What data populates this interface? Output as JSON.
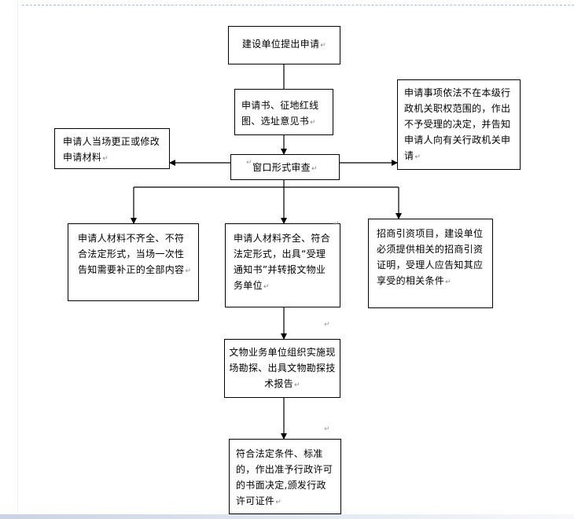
{
  "flowchart": {
    "nodes": {
      "apply": "建设单位提出申请",
      "docs": "申请书、征地红线图、选址意见书",
      "out_of_scope": "申请事项依法不在本级行政机关职权范围的，作出不予受理的决定，并告知申请人向有关行政机关申请",
      "correct": "申请人当场更正或修改申请材料",
      "review": "窗口形式审查",
      "incomplete": "申请人材料不齐全、不符合法定形式，当场一次性告知需要补正的全部内容",
      "complete": "申请人材料齐全、符合法定形式，出具“受理通知书”并转报文物业务单位",
      "investment": "招商引资项目，建设单位必须提供相关的招商引资证明，受理人应告知其应享受的相关条件",
      "survey": "文物业务单位组织实施现场勘探、出具文物勘探技术报告",
      "approve": "符合法定条件、标准的，作出准予行政许可的书面决定,颁发行政许可证件"
    },
    "paragraph_mark": "↵"
  }
}
